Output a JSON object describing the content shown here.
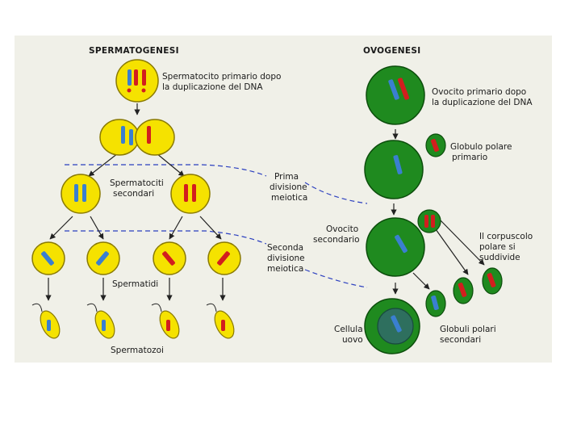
{
  "headings": {
    "left": "SPERMATOGENESI",
    "right": "OVOGENESI"
  },
  "labels": {
    "spermatocyte_primary": [
      "Spermatocito primario dopo",
      "la duplicazione del DNA"
    ],
    "spermatocytes_secondary": [
      "Spermatociti",
      "secondari"
    ],
    "spermatids": "Spermatidi",
    "spermatozoa": "Spermatozoi",
    "first_division": [
      "Prima",
      "divisione",
      "meiotica"
    ],
    "second_division": [
      "Seconda",
      "divisione",
      "meiotica"
    ],
    "oocyte_primary": [
      "Ovocito primario dopo",
      "la duplicazione del DNA"
    ],
    "polar_body_primary": [
      "Globulo polare",
      "primario"
    ],
    "oocyte_secondary": [
      "Ovocito",
      "secondario"
    ],
    "polar_body_divides": [
      "Il corpuscolo",
      "polare si",
      "suddivide"
    ],
    "egg_cell": [
      "Cellula",
      "uovo"
    ],
    "polar_bodies_secondary": [
      "Globuli polari",
      "secondari"
    ]
  },
  "colors": {
    "panel_bg": "#f0f0e8",
    "sperm_cell": "#f5e200",
    "egg_cell": "#1f8a1f",
    "egg_nucleus": "#2e6f5e",
    "chromosome_red": "#d21e1e",
    "chromosome_blue": "#3a7fd0",
    "divider": "#2b3fbf",
    "arrow": "#222222"
  }
}
